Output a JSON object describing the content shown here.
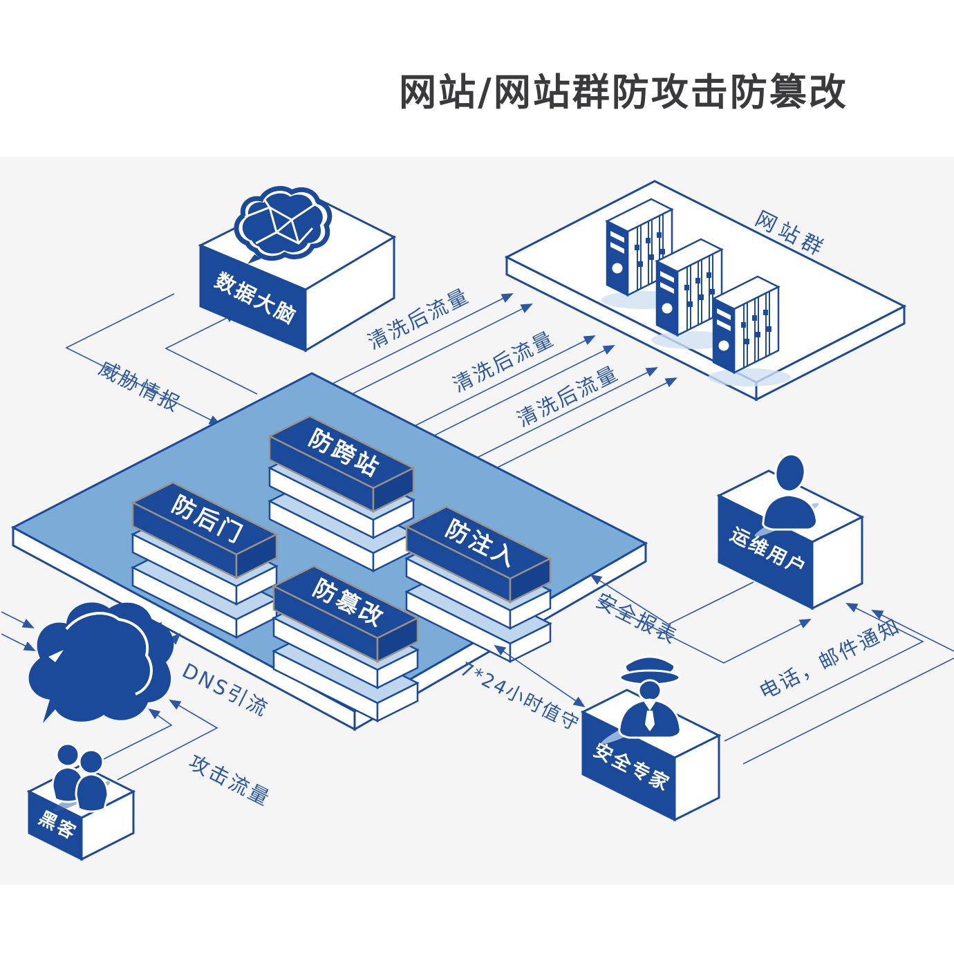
{
  "title": "网站/网站群防攻击防篡改",
  "nodes": {
    "data_brain": {
      "label": "数据大脑",
      "icon": "brain-icon"
    },
    "website_group": {
      "label": "网站群",
      "icon": "server-icon",
      "server_count": 3
    },
    "modules": [
      {
        "label": "防跨站"
      },
      {
        "label": "防后门"
      },
      {
        "label": "防注入"
      },
      {
        "label": "防篡改"
      }
    ],
    "hacker": {
      "label": "黑客",
      "icon": "hackers-icon"
    },
    "ops_user": {
      "label": "运维用户",
      "icon": "user-icon"
    },
    "security_expert": {
      "label": "安全专家",
      "icon": "expert-icon"
    },
    "cloud": {
      "icon": "cloud-icon"
    }
  },
  "flows": {
    "threat_intel": {
      "label": "威胁情报"
    },
    "cleaned_traffic": [
      {
        "label": "清洗后流量"
      },
      {
        "label": "清洗后流量"
      },
      {
        "label": "清洗后流量"
      }
    ],
    "dns_redirect": {
      "label": "DNS引流"
    },
    "attack_traffic": {
      "label": "攻击流量"
    },
    "security_report": {
      "label": "安全报表"
    },
    "duty": {
      "label": "7*24小时值守"
    },
    "notification": {
      "label": "电话，邮件通知"
    }
  },
  "colors": {
    "primary_blue": "#1b4a9b",
    "platform_blue": "#7babd7",
    "slab_light_blue": "#bdd6ee",
    "label_blue": "#2b57a5",
    "tan_edge": "#9a9285",
    "canvas_gray": "#f5f5f6",
    "title_gray": "#3a3a3c",
    "white": "#ffffff"
  }
}
